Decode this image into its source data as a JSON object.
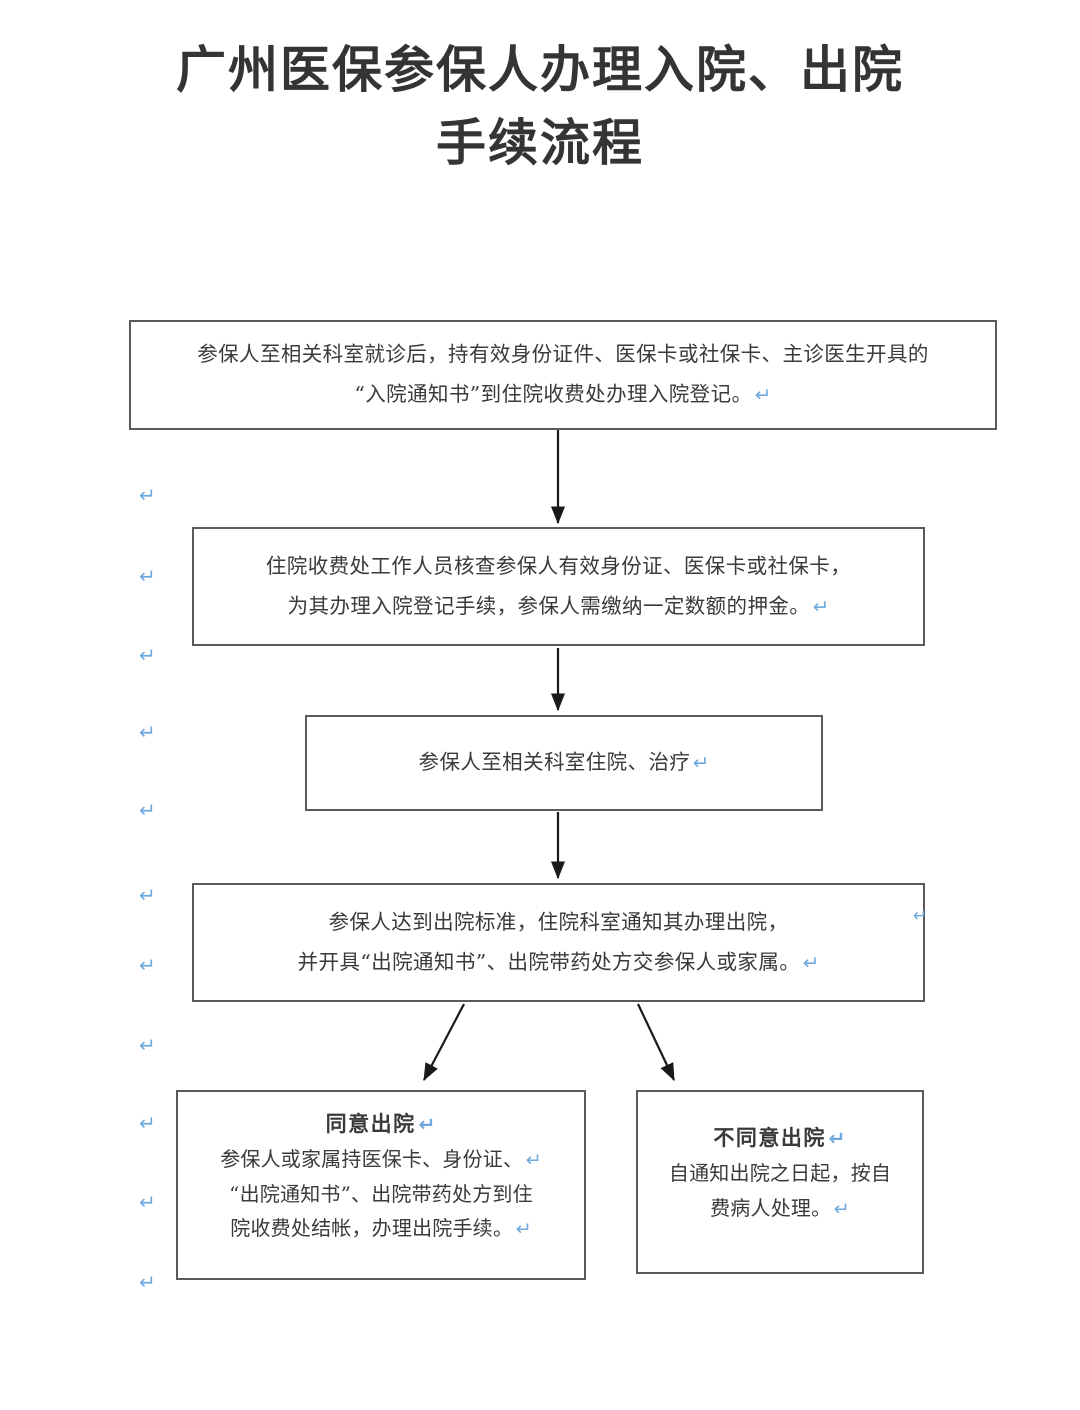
{
  "title": {
    "line1": "广州医保参保人办理入院、出院",
    "line2": "手续流程"
  },
  "glyphs": {
    "pilcrow": "↵"
  },
  "colors": {
    "box_border": "#5a5a5a",
    "text": "#3a3a3a",
    "title": "#343434",
    "pilcrow_blue": "#6ea8dc",
    "arrow": "#1a1a1a",
    "background": "#ffffff"
  },
  "flow": {
    "nodes": [
      {
        "id": "step-1",
        "name": "admission-registration-box",
        "lines": [
          "参保人至相关科室就诊后，持有效身份证件、医保卡或社保卡、主诊医生开具的",
          "“入院通知书”到住院收费处办理入院登记。"
        ],
        "pilcrow_after_line": 1
      },
      {
        "id": "step-2",
        "name": "verify-and-deposit-box",
        "lines": [
          "住院收费处工作人员核查参保人有效身份证、医保卡或社保卡，",
          "为其办理入院登记手续，参保人需缴纳一定数额的押金。"
        ],
        "pilcrow_after_line": 1
      },
      {
        "id": "step-3",
        "name": "inpatient-treatment-box",
        "lines": [
          "参保人至相关科室住院、治疗"
        ],
        "pilcrow_after_line": 0
      },
      {
        "id": "step-4",
        "name": "discharge-notice-box",
        "lines": [
          "参保人达到出院标准，住院科室通知其办理出院，",
          "并开具“出院通知书”、出院带药处方交参保人或家属。"
        ],
        "pilcrow_after_line": 1
      }
    ],
    "branches": [
      {
        "id": "branch-agree",
        "name": "agree-discharge-box",
        "heading": "同意出院",
        "lines": [
          "参保人或家属持医保卡、身份证、",
          "“出院通知书”、出院带药处方到住",
          "院收费处结帐，办理出院手续。"
        ],
        "pilcrow_lines": [
          0,
          2
        ]
      },
      {
        "id": "branch-disagree",
        "name": "disagree-discharge-box",
        "heading": "不同意出院",
        "lines": [
          "自通知出院之日起，按自",
          "费病人处理。"
        ],
        "pilcrow_lines": [
          1
        ]
      }
    ]
  },
  "margin_marks": {
    "label": "paragraph-return-marks",
    "count": 11
  }
}
